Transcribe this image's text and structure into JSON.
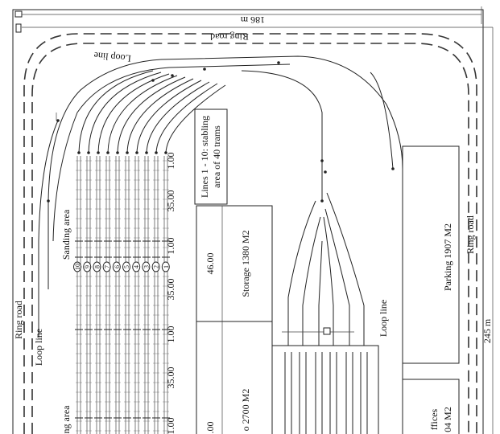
{
  "dimensions": {
    "width_label": "186 m",
    "height_label": "245 m"
  },
  "labels": {
    "ring_road_top": "Ring road",
    "ring_road_left": "Ring road",
    "ring_road_right": "Ring road",
    "loop_line_top": "Loop line",
    "loop_line_left": "Loop line",
    "loop_line_right": "Loop line",
    "sanding_area_upper": "Sanding area",
    "sanding_area_lower": "ng area"
  },
  "stabling_note": {
    "line1": "Lines 1 - 10: stabling",
    "line2": "area of 40 trams"
  },
  "column_labels": [
    "1.00",
    "35.00",
    "1.00",
    "35.00",
    "1.00",
    "35.00",
    "1.00"
  ],
  "numbers": [
    "10",
    "9",
    "8",
    "7",
    "6",
    "5",
    "4",
    "3",
    "2",
    "1"
  ],
  "buildings": {
    "storage_dim": "46.00",
    "storage": "Storage 1380 M2",
    "workshop_dim": ".00",
    "workshop": "o 2700 M2",
    "parking": "Parking 1907 M2",
    "offices_1": "ffices",
    "offices_2": "04 M2"
  },
  "colors": {
    "line": "#222222",
    "background": "#ffffff"
  }
}
